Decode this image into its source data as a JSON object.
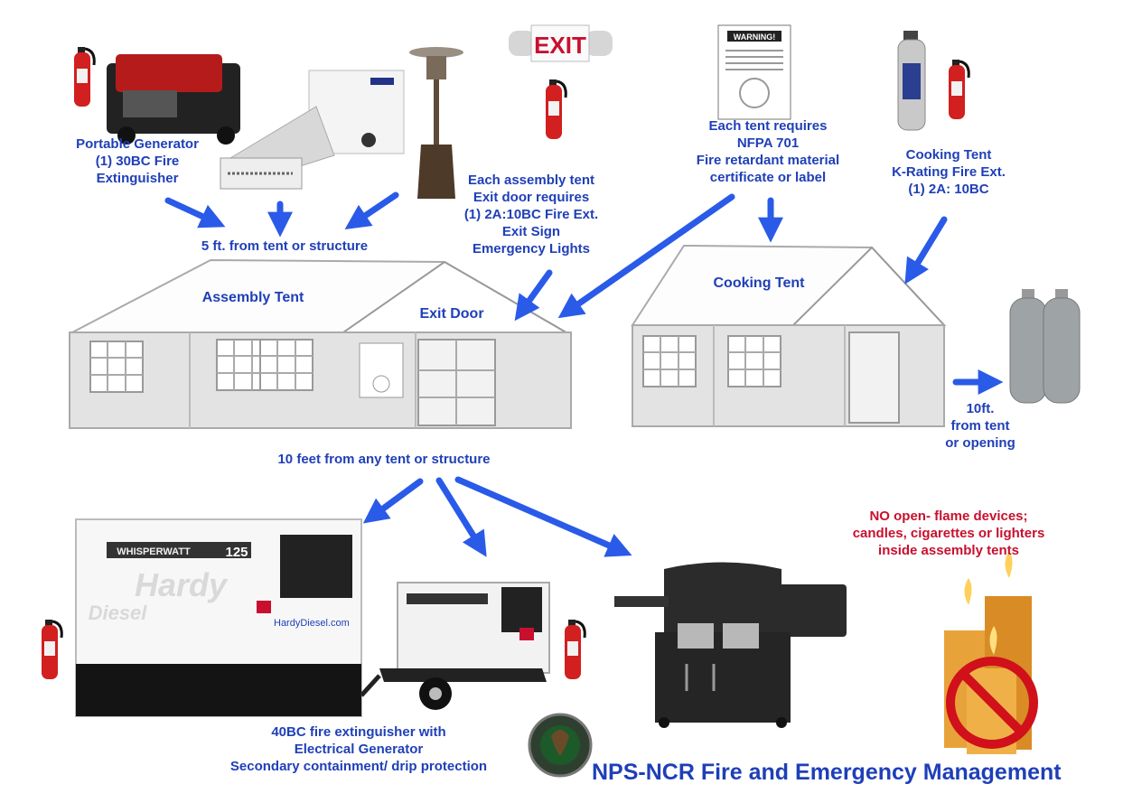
{
  "colors": {
    "accent": "#1f3fb8",
    "warning": "#c8102e",
    "arrow": "#2a5ae8"
  },
  "icons": [
    "fire-extinguisher-icon",
    "portable-generator-icon",
    "space-heater-icon",
    "patio-heater-icon",
    "exit-sign-icon",
    "warning-label-icon",
    "k-fire-extinguisher-icon",
    "propane-tank-icon",
    "diesel-generator-icon",
    "trailer-generator-icon",
    "grill-icon",
    "candle-icon",
    "prohibited-icon",
    "nps-ncr-seal-icon"
  ],
  "labels": {
    "portable_generator": [
      "Portable Generator",
      "(1) 30BC Fire",
      "Extinguisher"
    ],
    "five_ft": "5 ft. from tent or structure",
    "exit_requirements": [
      "Each assembly tent",
      "Exit door requires",
      "(1) 2A:10BC Fire Ext.",
      "Exit Sign",
      "Emergency Lights"
    ],
    "nfpa": [
      "Each tent requires",
      "NFPA 701",
      "Fire retardant material",
      "certificate or label"
    ],
    "cooking_ext": [
      "Cooking Tent",
      "K-Rating Fire Ext.",
      "(1) 2A: 10BC"
    ],
    "assembly_tent": "Assembly Tent",
    "exit_door": "Exit Door",
    "cooking_tent": "Cooking Tent",
    "propane": [
      "10ft.",
      "from tent",
      "or opening"
    ],
    "ten_feet": "10 feet from any tent or structure",
    "no_flame": [
      "NO open- flame devices;",
      "candles, cigarettes or lighters",
      "inside assembly tents"
    ],
    "generator_req": [
      "40BC fire extinguisher with",
      "Electrical Generator",
      "Secondary containment/ drip protection"
    ],
    "exit_sign_text": "EXIT",
    "hardy_brand": "Hardy",
    "hardy_brand2": "Diesel",
    "hardy_url": "HardyDiesel.com",
    "whisperwatt": "WHISPERWATT",
    "gen_model": "125",
    "gen_model_small": "25",
    "warning_title": "WARNING!",
    "footer": "NPS-NCR Fire and Emergency Management"
  }
}
